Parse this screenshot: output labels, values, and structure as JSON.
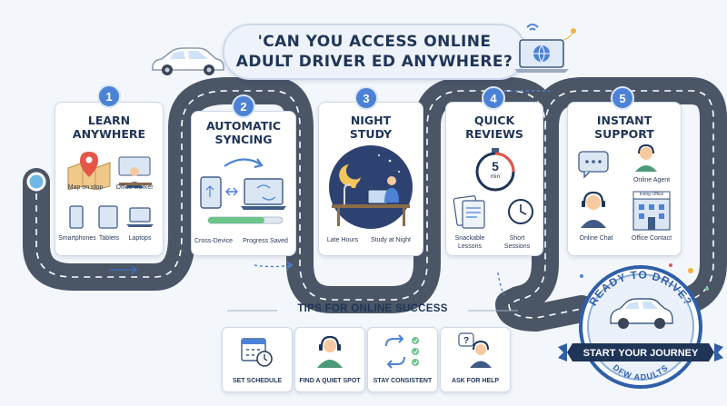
{
  "title": {
    "line1": "'CAN YOU ACCESS ONLINE",
    "line2": "ADULT DRIVER ED ANYWHERE?"
  },
  "steps": [
    {
      "num": "1",
      "title1": "LEARN",
      "title2": "ANYWHERE",
      "labels": [
        "Map on stop",
        "Office worker",
        "Smartphones",
        "Tablets",
        "Laptops"
      ]
    },
    {
      "num": "2",
      "title1": "AUTOMATIC",
      "title2": "SYNCING",
      "labels": [
        "Cross-Device",
        "Progress Saved"
      ]
    },
    {
      "num": "3",
      "title1": "NIGHT",
      "title2": "STUDY",
      "labels": [
        "Late Hours",
        "Study at Night"
      ]
    },
    {
      "num": "4",
      "title1": "QUICK",
      "title2": "REVIEWS",
      "labels": [
        "Snackable Lessons",
        "Short Sessions"
      ],
      "timer_num": "5",
      "timer_unit": "min"
    },
    {
      "num": "5",
      "title1": "INSTANT",
      "title2": "SUPPORT",
      "labels": [
        "Online Agent",
        "Online Chat",
        "Office Contact"
      ],
      "office_sign": "Irving Office"
    }
  ],
  "tips": {
    "heading": "TIPS FOR ONLINE SUCCESS",
    "items": [
      "SET SCHEDULE",
      "FIND A QUIET SPOT",
      "STAY CONSISTENT",
      "ASK FOR HELP"
    ]
  },
  "badge": {
    "top": "READY TO DRIVE?",
    "ribbon": "START YOUR JOURNEY",
    "bottom": "DFW ADULTS"
  },
  "colors": {
    "accent": "#4c82d6",
    "road": "#4a5566",
    "navy": "#1f3558",
    "gold": "#f1b43c"
  }
}
